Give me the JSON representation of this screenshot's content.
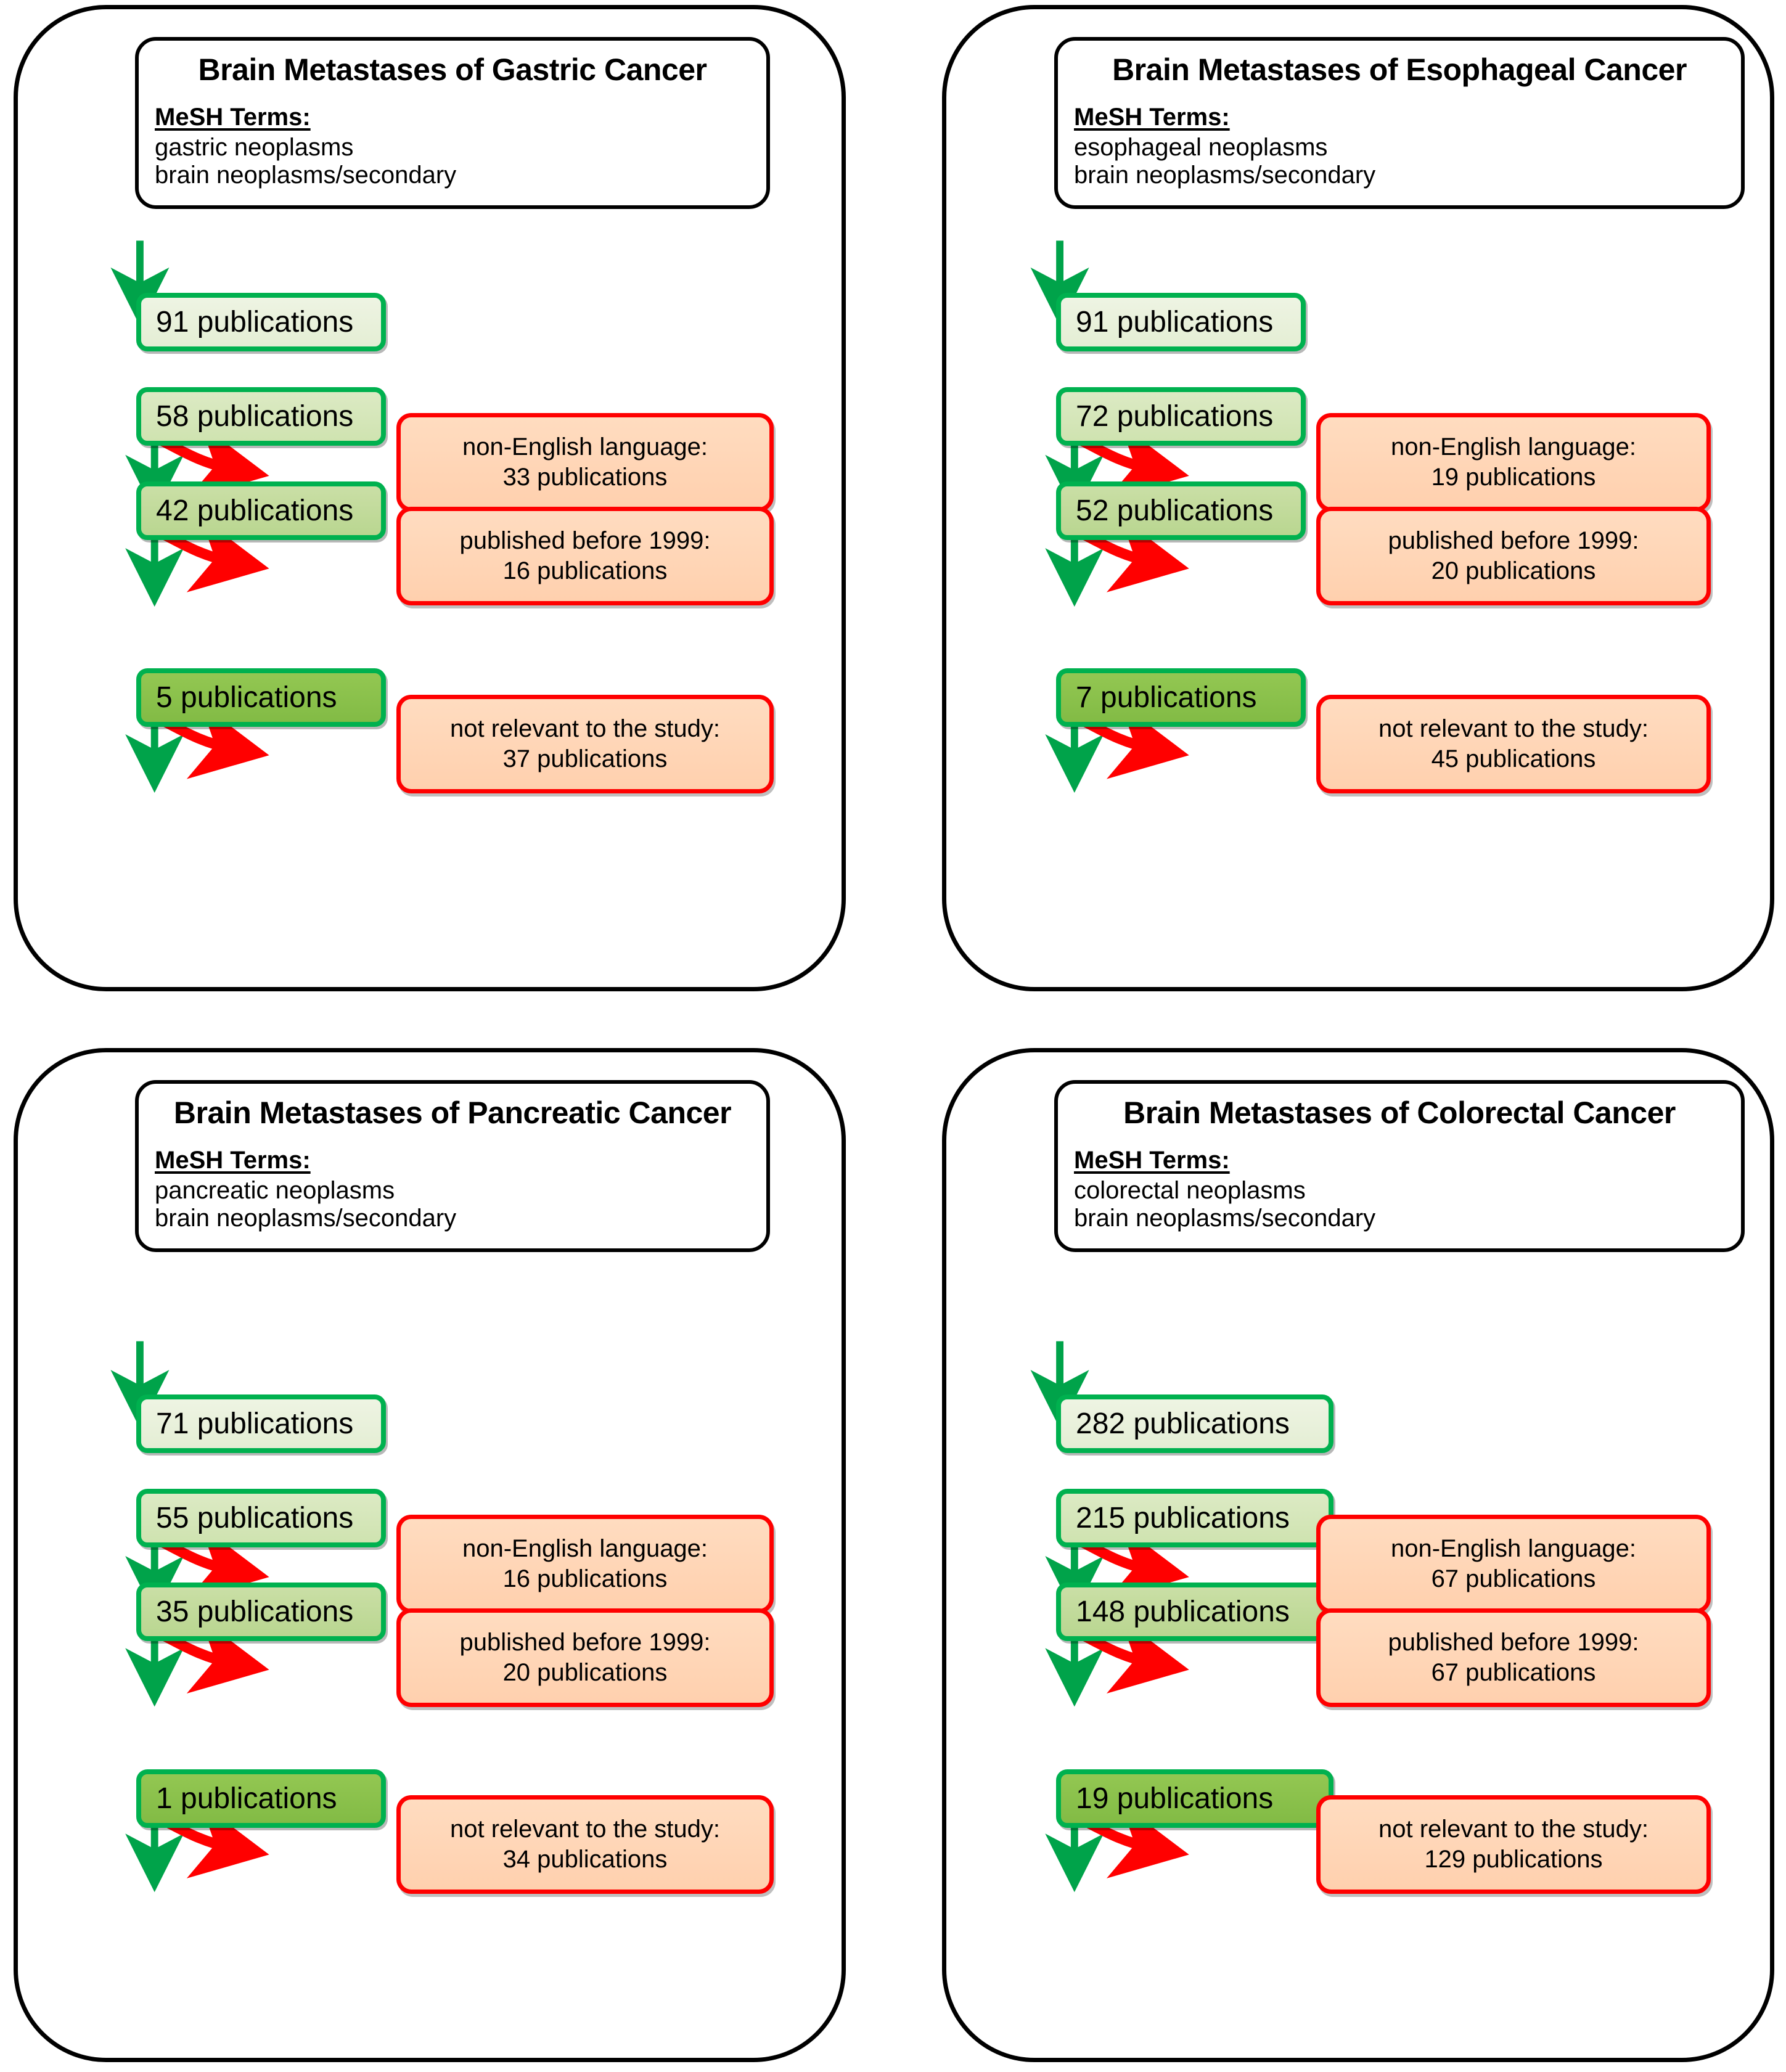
{
  "figure": {
    "type": "flowchart",
    "description": "Four parallel PRISMA-style literature-search flow diagrams for brain metastases by primary cancer type"
  },
  "colors": {
    "panel_border": "#000000",
    "count_border": "#00b14f",
    "count_fill_light": "#eef4e3",
    "count_fill_final": "#93c752",
    "exclusion_border": "#ff0000",
    "exclusion_fill": "#ffdcc0",
    "include_arrow": "#00a34a",
    "exclude_arrow": "#ff0000"
  },
  "labels": {
    "mesh_heading": "MeSH Terms:",
    "shared_mesh_term": "brain neoplasms/secondary",
    "reason_non_english": "non-English language:",
    "reason_before_1999": "published before 1999:",
    "reason_not_relevant": "not relevant to the study:",
    "unit": "publications"
  },
  "panels": [
    {
      "id": "gastric",
      "position": "top-left",
      "title": "Brain Metastases of Gastric Cancer",
      "mesh_heading": "MeSH Terms:",
      "mesh_terms": [
        "gastric neoplasms",
        "brain neoplasms/secondary"
      ],
      "counts": [
        {
          "value": 91,
          "label": "91 publications"
        },
        {
          "value": 58,
          "label": "58 publications"
        },
        {
          "value": 42,
          "label": "42 publications"
        },
        {
          "value": 5,
          "label": "5 publications"
        }
      ],
      "exclusions": [
        {
          "reason": "non-English language:",
          "count": 33,
          "count_label": "33 publications"
        },
        {
          "reason": "published before 1999:",
          "count": 16,
          "count_label": "16 publications"
        },
        {
          "reason": "not relevant to the study:",
          "count": 37,
          "count_label": "37 publications"
        }
      ]
    },
    {
      "id": "esophageal",
      "position": "top-right",
      "title": "Brain Metastases of Esophageal Cancer",
      "mesh_heading": "MeSH Terms:",
      "mesh_terms": [
        "esophageal neoplasms",
        "brain neoplasms/secondary"
      ],
      "counts": [
        {
          "value": 91,
          "label": "91 publications"
        },
        {
          "value": 72,
          "label": "72 publications"
        },
        {
          "value": 52,
          "label": "52 publications"
        },
        {
          "value": 7,
          "label": "7 publications"
        }
      ],
      "exclusions": [
        {
          "reason": "non-English language:",
          "count": 19,
          "count_label": "19 publications"
        },
        {
          "reason": "published before 1999:",
          "count": 20,
          "count_label": "20 publications"
        },
        {
          "reason": "not relevant to the study:",
          "count": 45,
          "count_label": "45 publications"
        }
      ]
    },
    {
      "id": "pancreatic",
      "position": "bottom-left",
      "title": "Brain Metastases of Pancreatic Cancer",
      "mesh_heading": "MeSH Terms:",
      "mesh_terms": [
        "pancreatic neoplasms",
        "brain neoplasms/secondary"
      ],
      "counts": [
        {
          "value": 71,
          "label": "71 publications"
        },
        {
          "value": 55,
          "label": "55 publications"
        },
        {
          "value": 35,
          "label": "35 publications"
        },
        {
          "value": 1,
          "label": "1 publications"
        }
      ],
      "exclusions": [
        {
          "reason": "non-English language:",
          "count": 16,
          "count_label": "16 publications"
        },
        {
          "reason": "published before 1999:",
          "count": 20,
          "count_label": "20 publications"
        },
        {
          "reason": "not relevant to the study:",
          "count": 34,
          "count_label": "34 publications"
        }
      ]
    },
    {
      "id": "colorectal",
      "position": "bottom-right",
      "title": "Brain Metastases of Colorectal Cancer",
      "mesh_heading": "MeSH Terms:",
      "mesh_terms": [
        "colorectal neoplasms",
        "brain neoplasms/secondary"
      ],
      "counts": [
        {
          "value": 282,
          "label": "282 publications"
        },
        {
          "value": 215,
          "label": "215 publications"
        },
        {
          "value": 148,
          "label": "148 publications"
        },
        {
          "value": 19,
          "label": "19 publications"
        }
      ],
      "exclusions": [
        {
          "reason": "non-English language:",
          "count": 67,
          "count_label": "67 publications"
        },
        {
          "reason": "published before 1999:",
          "count": 67,
          "count_label": "67 publications"
        },
        {
          "reason": "not relevant to the study:",
          "count": 129,
          "count_label": "129 publications"
        }
      ]
    }
  ]
}
